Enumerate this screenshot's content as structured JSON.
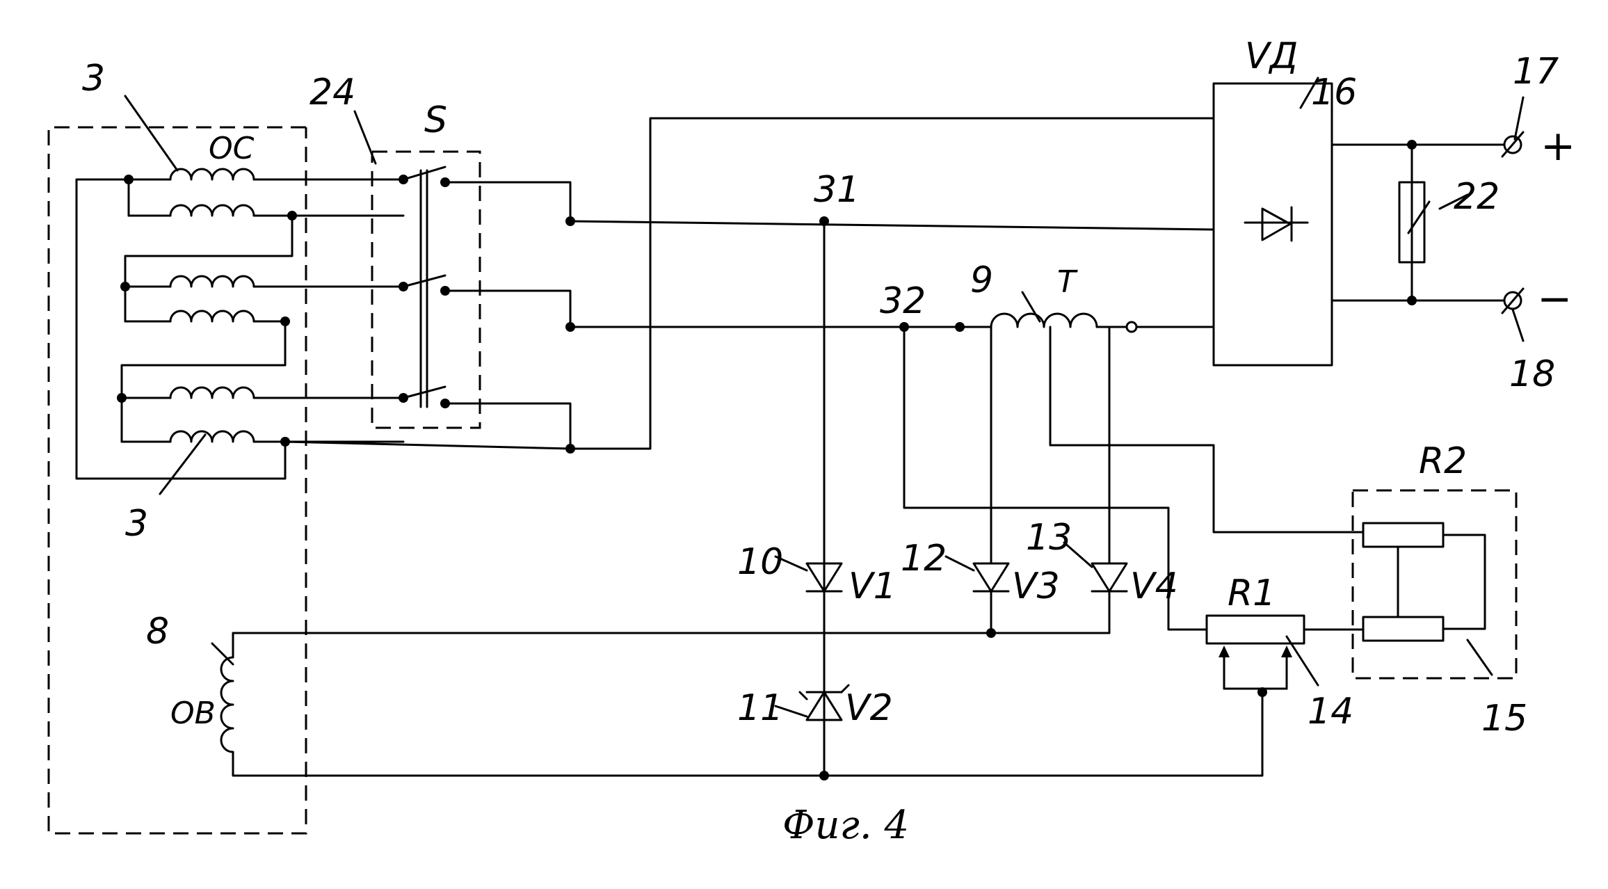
{
  "labels": {
    "gen_coil_top": "3",
    "gen_coil_bottom": "3",
    "winding_oc": "ОС",
    "switch_num": "24",
    "switch_s": "S",
    "node_31": "31",
    "node_32": "32",
    "trans_num": "9",
    "trans_t": "T",
    "rect_vd": "VД",
    "rect_num": "16",
    "term_pos_num": "17",
    "term_neg_num": "18",
    "plus_sign": "+",
    "minus_sign": "−",
    "load_num": "22",
    "r2_label": "R2",
    "r1_label": "R1",
    "r1_num": "14",
    "r2_num": "15",
    "field_num": "8",
    "field_ob": "ОВ",
    "d10_num": "10",
    "d10_v": "V1",
    "d11_num": "11",
    "d11_v": "V2",
    "d12_num": "12",
    "d12_v": "V3",
    "d13_num": "13",
    "d13_v": "V4",
    "caption": "Фиг. 4"
  }
}
